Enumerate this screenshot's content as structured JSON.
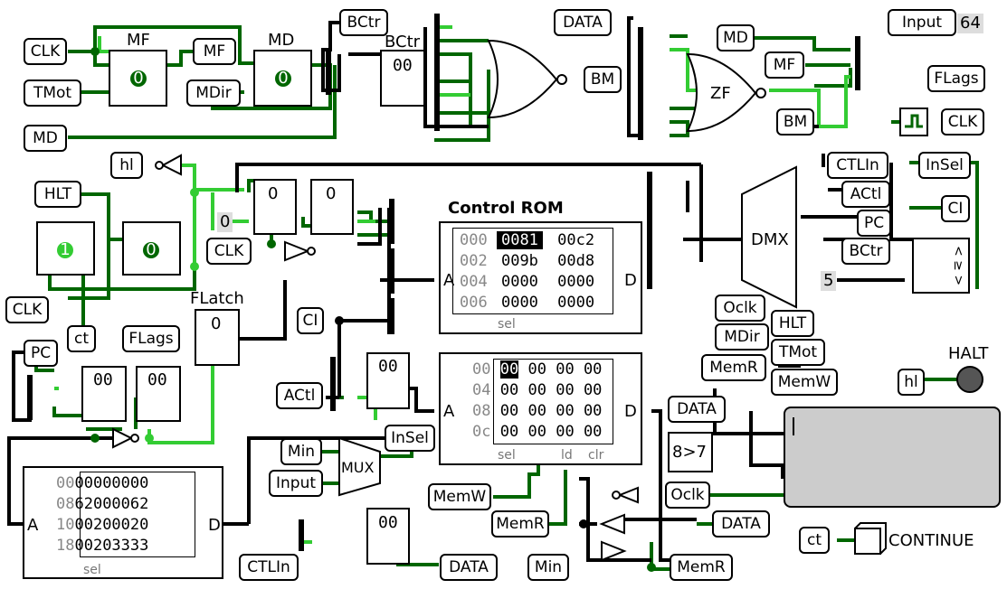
{
  "pins": {
    "clk_top": "CLK",
    "tmot": "TMot",
    "md_top": "MD",
    "mf_out": "MF",
    "mdir": "MDir",
    "bctr_top": "BCtr",
    "data_top": "DATA",
    "bm_out": "BM",
    "md_r": "MD",
    "mf_r": "MF",
    "bm_r": "BM",
    "input_top": "Input",
    "input_val": "64",
    "flags_out": "FLags",
    "clk_r": "CLK",
    "hl": "hl",
    "hlt": "HLT",
    "clk_mid": "CLK",
    "clk_left": "CLK",
    "ct": "ct",
    "flags_in": "FLags",
    "ci_mid": "CI",
    "pc_left": "PC",
    "actl_left": "ACtl",
    "min_left": "Min",
    "input_left": "Input",
    "insel_mid": "InSel",
    "memw_bot": "MemW",
    "memr_bot": "MemR",
    "ctlin_bot": "CTLIn",
    "data_bot": "DATA",
    "min_bot": "Min",
    "memr_bot2": "MemR",
    "data_bot2": "DATA",
    "oclk_bot": "Oclk",
    "ctlin_r": "CTLIn",
    "actl_r": "ACtl",
    "pc_r": "PC",
    "bctr_r": "BCtr",
    "insel_r": "InSel",
    "ci_r": "CI",
    "oclk_r": "Oclk",
    "hlt_r": "HLT",
    "mdir_r": "MDir",
    "tmot_r": "TMot",
    "memr_r": "MemR",
    "memw_r": "MemW",
    "hl_r": "hl",
    "const0": "0",
    "const5": "5",
    "data_r": "DATA",
    "ct_r": "ct"
  },
  "labels": {
    "mf": "MF",
    "md": "MD",
    "bctr": "BCtr",
    "flatch": "FLatch",
    "control_rom": "Control ROM",
    "zf": "ZF",
    "dmx": "DMX",
    "mux": "MUX",
    "halt": "HALT",
    "continue": "CONTINUE",
    "cmp": "8>7",
    "a": "A",
    "d": "D",
    "sel": "sel",
    "ld": "ld",
    "clr": "clr"
  },
  "registers": {
    "mf_val": "0",
    "md_val": "0",
    "bctr_val": "00",
    "ff1_val": "0",
    "ff2_val": "0",
    "jk1_val": "1",
    "jk2_val": "0",
    "flatch_val": "0",
    "pc1_val": "00",
    "pc2_val": "00",
    "a_val": "00",
    "out_val": "00"
  },
  "control_rom": {
    "rows": [
      {
        "addr": "000",
        "c1": "0081",
        "c2": "00c2"
      },
      {
        "addr": "002",
        "c1": "009b",
        "c2": "00d8"
      },
      {
        "addr": "004",
        "c1": "0000",
        "c2": "0000"
      },
      {
        "addr": "006",
        "c1": "0000",
        "c2": "0000"
      }
    ]
  },
  "ram": {
    "rows": [
      {
        "addr": "00",
        "v": [
          "00",
          "00",
          "00",
          "00"
        ]
      },
      {
        "addr": "04",
        "v": [
          "00",
          "00",
          "00",
          "00"
        ]
      },
      {
        "addr": "08",
        "v": [
          "00",
          "00",
          "00",
          "00"
        ]
      },
      {
        "addr": "0c",
        "v": [
          "00",
          "00",
          "00",
          "00"
        ]
      }
    ]
  },
  "prog_rom": {
    "rows": [
      {
        "addr": "00",
        "v": "00000000"
      },
      {
        "addr": "08",
        "v": "62000062"
      },
      {
        "addr": "10",
        "v": "00200020"
      },
      {
        "addr": "18",
        "v": "00203333"
      }
    ]
  },
  "colors": {
    "wire_on": "#33cc33",
    "wire_dark": "#006600",
    "wire_bus": "#000000",
    "tty": "#cccccc",
    "halt": "#555555"
  }
}
